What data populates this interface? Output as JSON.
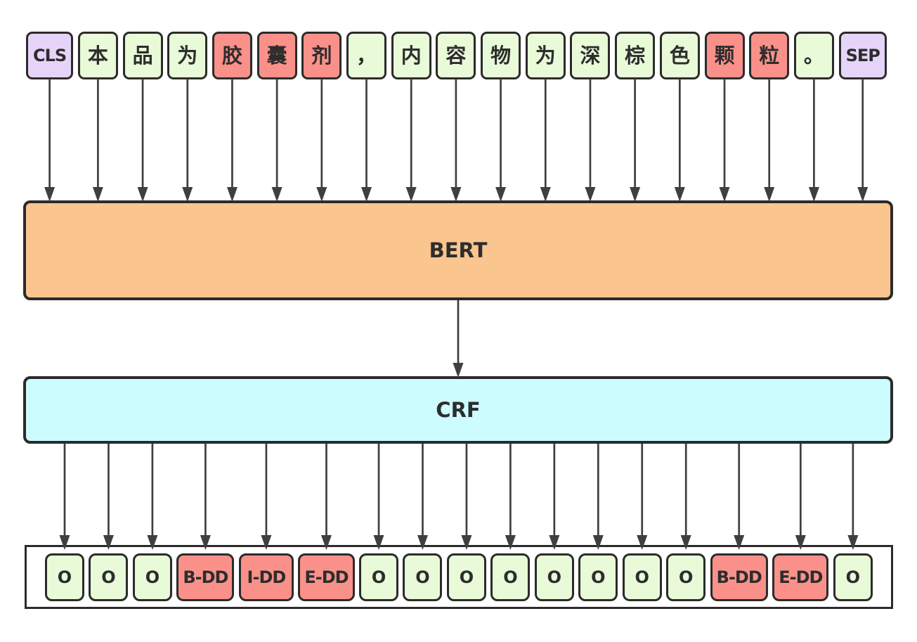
{
  "diagram": {
    "bert_label": "BERT",
    "crf_label": "CRF"
  },
  "tokens": [
    {
      "label": "CLS",
      "type": "special"
    },
    {
      "label": "本",
      "type": "normal"
    },
    {
      "label": "品",
      "type": "normal"
    },
    {
      "label": "为",
      "type": "normal"
    },
    {
      "label": "胶",
      "type": "entity"
    },
    {
      "label": "囊",
      "type": "entity"
    },
    {
      "label": "剂",
      "type": "entity"
    },
    {
      "label": "，",
      "type": "normal"
    },
    {
      "label": "内",
      "type": "normal"
    },
    {
      "label": "容",
      "type": "normal"
    },
    {
      "label": "物",
      "type": "normal"
    },
    {
      "label": "为",
      "type": "normal"
    },
    {
      "label": "深",
      "type": "normal"
    },
    {
      "label": "棕",
      "type": "normal"
    },
    {
      "label": "色",
      "type": "normal"
    },
    {
      "label": "颗",
      "type": "entity"
    },
    {
      "label": "粒",
      "type": "entity"
    },
    {
      "label": "。",
      "type": "normal"
    },
    {
      "label": "SEP",
      "type": "special"
    }
  ],
  "outputs": [
    {
      "label": "O",
      "type": "normal"
    },
    {
      "label": "O",
      "type": "normal"
    },
    {
      "label": "O",
      "type": "normal"
    },
    {
      "label": "B-DD",
      "type": "entity"
    },
    {
      "label": "I-DD",
      "type": "entity"
    },
    {
      "label": "E-DD",
      "type": "entity"
    },
    {
      "label": "O",
      "type": "normal"
    },
    {
      "label": "O",
      "type": "normal"
    },
    {
      "label": "O",
      "type": "normal"
    },
    {
      "label": "O",
      "type": "normal"
    },
    {
      "label": "O",
      "type": "normal"
    },
    {
      "label": "O",
      "type": "normal"
    },
    {
      "label": "O",
      "type": "normal"
    },
    {
      "label": "O",
      "type": "normal"
    },
    {
      "label": "B-DD",
      "type": "entity"
    },
    {
      "label": "E-DD",
      "type": "entity"
    },
    {
      "label": "O",
      "type": "normal"
    }
  ],
  "colors": {
    "special_fill": "#e6d4f8",
    "normal_fill": "#e8fad8",
    "entity_fill": "#f9918a",
    "bert_fill": "#fac58e",
    "crf_fill": "#cdfcfe",
    "border": "#2b2b2b",
    "arrow": "#3f3f3f"
  }
}
